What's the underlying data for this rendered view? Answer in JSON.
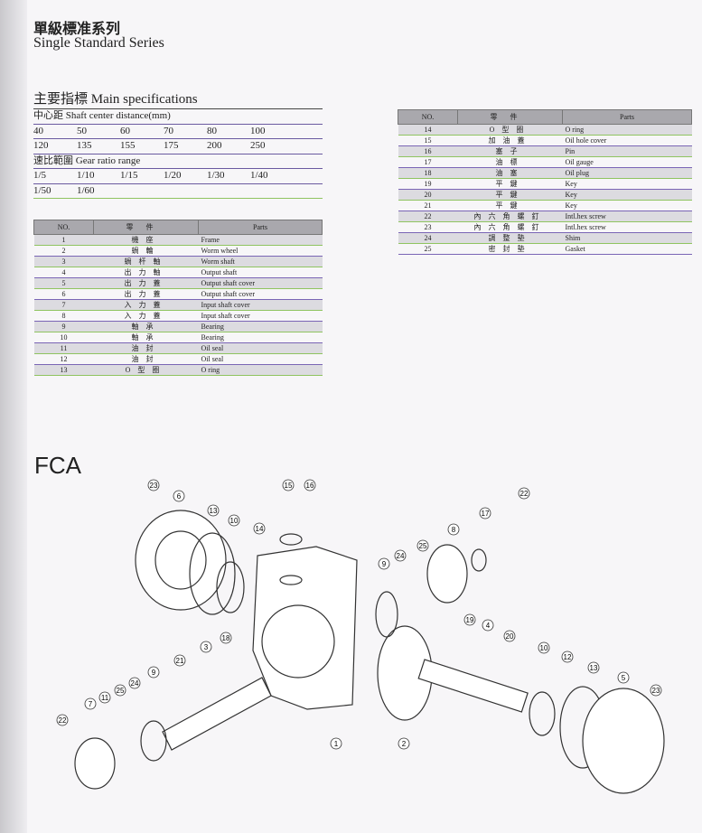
{
  "header": {
    "title_cn": "單級標准系列",
    "title_en": "Single Standard Series"
  },
  "specs": {
    "title": "主要指標   Main specifications",
    "center_distance_label": "中心距  Shaft center distance(mm)",
    "center_distance_rows": [
      [
        "40",
        "50",
        "60",
        "70",
        "80",
        "100"
      ],
      [
        "120",
        "135",
        "155",
        "175",
        "200",
        "250"
      ]
    ],
    "ratio_label": "速比範圍  Gear ratio range",
    "ratio_rows": [
      [
        "1/5",
        "1/10",
        "1/15",
        "1/20",
        "1/30",
        "1/40"
      ],
      [
        "1/50",
        "1/60"
      ]
    ]
  },
  "parts_table": {
    "headers": [
      "NO.",
      "零件",
      "Parts"
    ],
    "rows": [
      [
        "1",
        "機座",
        "Frame"
      ],
      [
        "2",
        "蝸輪",
        "Worm wheel"
      ],
      [
        "3",
        "蝸杆軸",
        "Worm shaft"
      ],
      [
        "4",
        "出力軸",
        "Output shaft"
      ],
      [
        "5",
        "出力蓋",
        "Output shaft cover"
      ],
      [
        "6",
        "出力蓋",
        "Output shaft cover"
      ],
      [
        "7",
        "入力蓋",
        "Input shaft cover"
      ],
      [
        "8",
        "入力蓋",
        "Input shaft cover"
      ],
      [
        "9",
        "軸承",
        "Bearing"
      ],
      [
        "10",
        "軸承",
        "Bearing"
      ],
      [
        "11",
        "油封",
        "Oil seal"
      ],
      [
        "12",
        "油封",
        "Oil seal"
      ],
      [
        "13",
        "O型圈",
        "O ring"
      ],
      [
        "14",
        "O型圈",
        "O ring"
      ],
      [
        "15",
        "加油蓋",
        "Oil hole cover"
      ],
      [
        "16",
        "塞子",
        "Pin"
      ],
      [
        "17",
        "油標",
        "Oil gauge"
      ],
      [
        "18",
        "油塞",
        "Oil plug"
      ],
      [
        "19",
        "平鍵",
        "Key"
      ],
      [
        "20",
        "平鍵",
        "Key"
      ],
      [
        "21",
        "平鍵",
        "Key"
      ],
      [
        "22",
        "內六角螺釘",
        "Intl.hex screw"
      ],
      [
        "23",
        "內六角螺釘",
        "Intl.hex screw"
      ],
      [
        "24",
        "調整墊",
        "Shim"
      ],
      [
        "25",
        "密封墊",
        "Gasket"
      ]
    ]
  },
  "diagram": {
    "model": "FCA",
    "callouts": [
      "23",
      "6",
      "13",
      "10",
      "15",
      "16",
      "14",
      "22",
      "17",
      "8",
      "25",
      "24",
      "9",
      "19",
      "4",
      "20",
      "18",
      "3",
      "21",
      "10",
      "12",
      "13",
      "5",
      "23",
      "25",
      "24",
      "9",
      "11",
      "7",
      "22",
      "1",
      "2"
    ]
  }
}
